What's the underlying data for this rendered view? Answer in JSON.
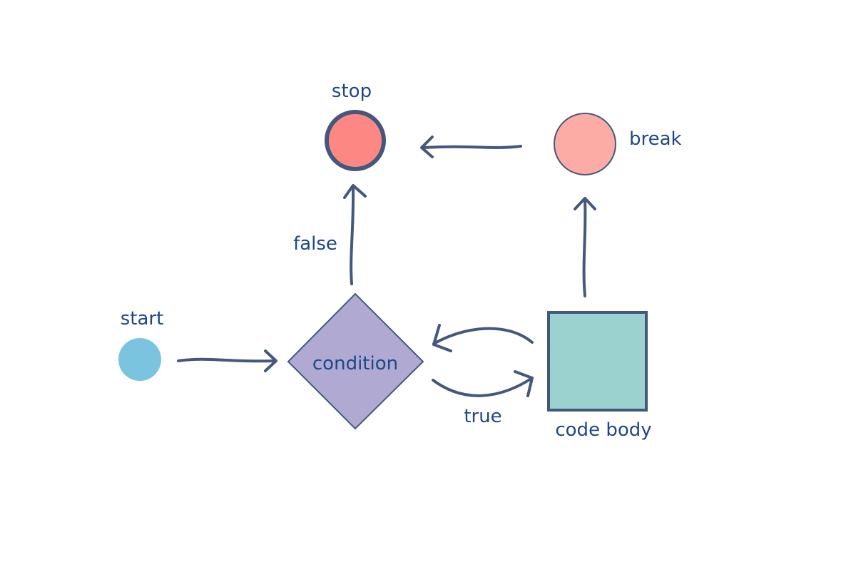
{
  "nodes": {
    "start": {
      "label": "start",
      "color": "#7bc4e0"
    },
    "condition": {
      "label": "condition",
      "color": "#b0aad2"
    },
    "code_body": {
      "label": "code body",
      "color": "#9bd1cf"
    },
    "break": {
      "label": "break",
      "color": "#fcaca4"
    },
    "stop": {
      "label": "stop",
      "color": "#fd8883"
    }
  },
  "edges": {
    "false_label": "false",
    "true_label": "true"
  },
  "colors": {
    "stroke": "#44587e",
    "text": "#1f4788"
  }
}
